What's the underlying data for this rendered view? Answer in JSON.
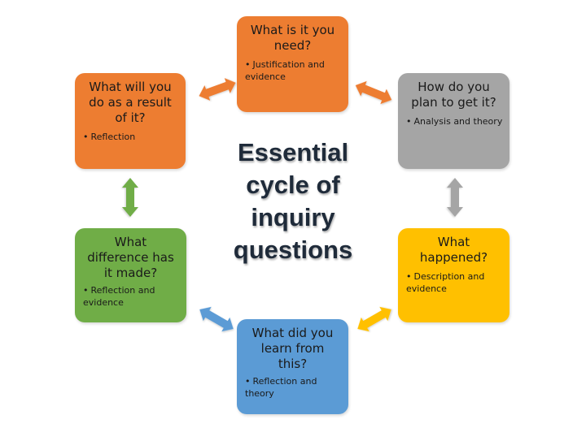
{
  "title": "Essential cycle of inquiry questions",
  "title_lines": [
    "Essential",
    "cycle of",
    "inquiry",
    "questions"
  ],
  "colors": {
    "orange": "#ED7D31",
    "gray": "#A5A5A5",
    "yellow": "#FFC000",
    "blue": "#5B9BD5",
    "green": "#70AD47"
  },
  "boxes": [
    {
      "id": "need",
      "question": "What is it you need?",
      "bullet": "Justification and evidence",
      "color": "orange"
    },
    {
      "id": "plan",
      "question": "How do you plan to get it?",
      "bullet": "Analysis and theory",
      "color": "gray"
    },
    {
      "id": "happened",
      "question": "What happened?",
      "bullet": "Description and evidence",
      "color": "yellow"
    },
    {
      "id": "learn",
      "question": "What did you learn from this?",
      "bullet": "Reflection and theory",
      "color": "blue"
    },
    {
      "id": "difference",
      "question": "What difference has it made?",
      "bullet": "Reflection and evidence",
      "color": "green"
    },
    {
      "id": "result",
      "question": "What will you do as a result of it?",
      "bullet": "Reflection",
      "color": "orange"
    }
  ],
  "arrows": [
    {
      "from": "result",
      "to": "need",
      "color": "orange"
    },
    {
      "from": "need",
      "to": "plan",
      "color": "orange"
    },
    {
      "from": "plan",
      "to": "happened",
      "color": "gray"
    },
    {
      "from": "happened",
      "to": "learn",
      "color": "yellow"
    },
    {
      "from": "learn",
      "to": "difference",
      "color": "blue"
    },
    {
      "from": "difference",
      "to": "result",
      "color": "green"
    }
  ],
  "bullet_glyph": "•"
}
